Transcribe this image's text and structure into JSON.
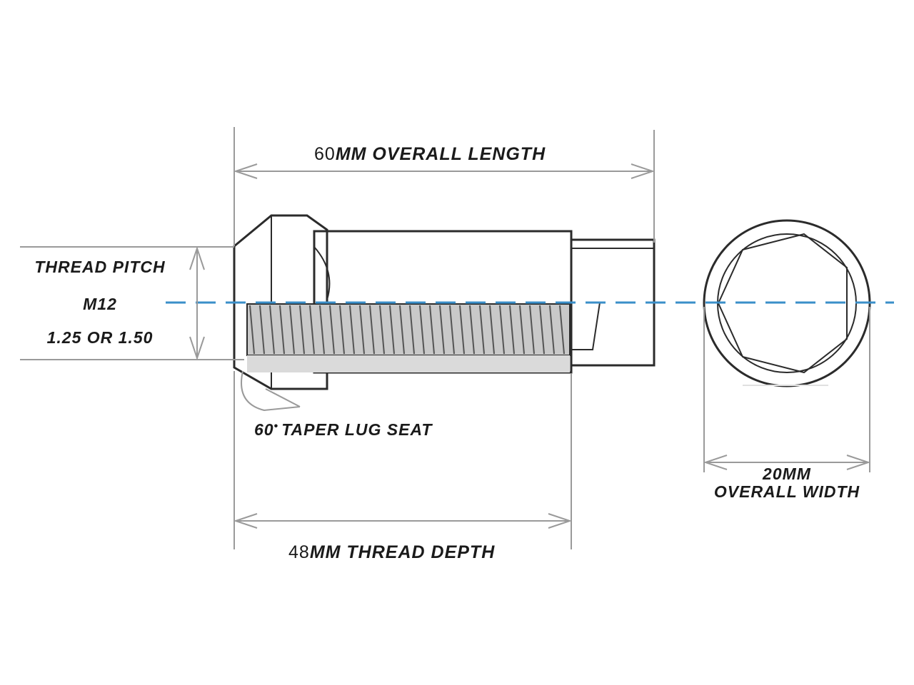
{
  "labels": {
    "overall_length_value": "60",
    "overall_length_text": "MM OVERALL LENGTH",
    "thread_pitch_title": "THREAD PITCH",
    "thread_size": "M12",
    "thread_pitch_values": "1.25 OR 1.50",
    "taper_seat_value": "60",
    "taper_seat_text": "TAPER LUG SEAT",
    "thread_depth_value": "48",
    "thread_depth_text": "MM THREAD DEPTH",
    "width_value_line": "20MM",
    "width_text_line": "OVERALL WIDTH"
  },
  "colors": {
    "outline": "#2b2b2b",
    "dimension_line": "#9a9a9a",
    "center_line": "#3a8fc9",
    "thread_fill": "#bdbdbd",
    "text": "#1a1a1a"
  }
}
